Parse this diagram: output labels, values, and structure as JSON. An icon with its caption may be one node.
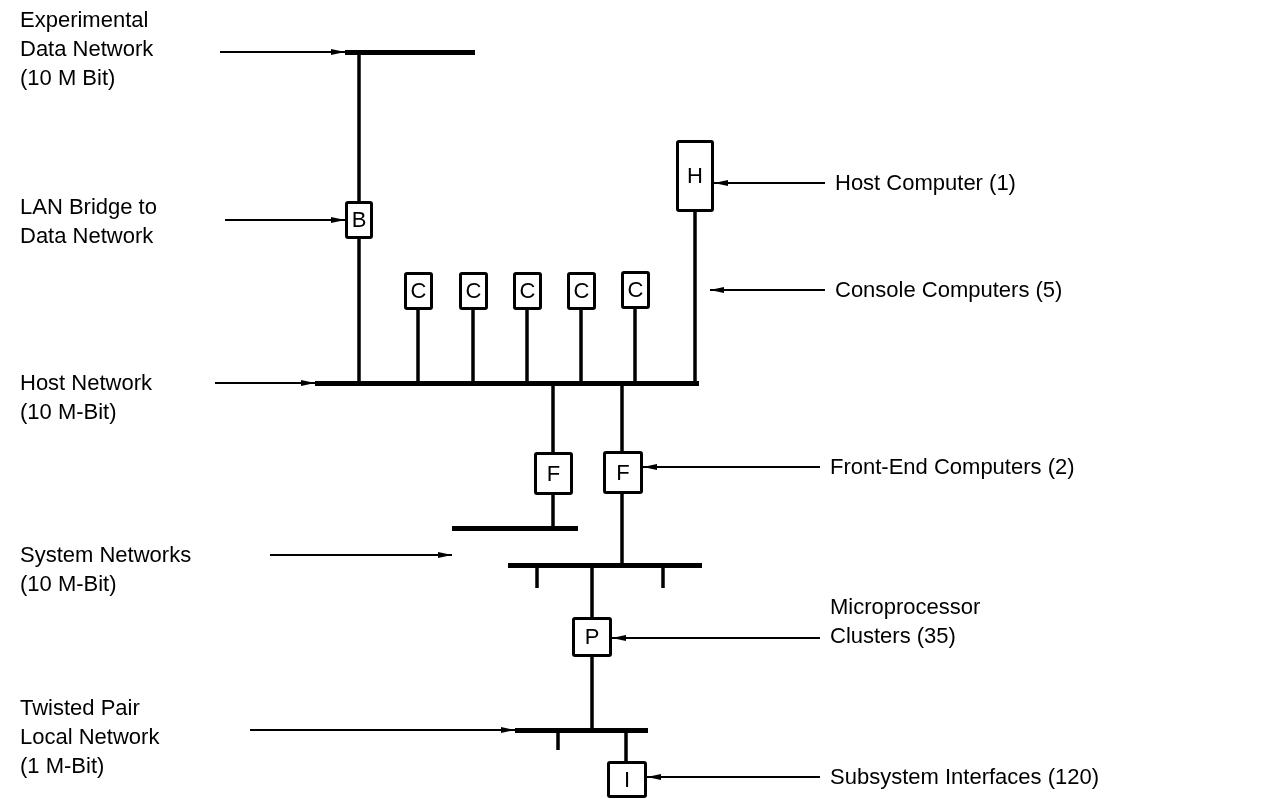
{
  "diagram": {
    "nodes": [
      {
        "text": [
          "Experimental Data Network (10 M Bit)"
        ]
      },
      {
        "text": [],
        "shape": "bar"
      },
      {
        "text": [
          "H"
        ]
      },
      {
        "text": [
          "Host Computer (1)"
        ]
      },
      {
        "text": [
          "LAN Bridge to Data Network"
        ]
      },
      {
        "text": [
          "B"
        ]
      },
      {
        "text": [
          "C"
        ]
      },
      {
        "text": [
          "C"
        ]
      },
      {
        "text": [
          "C"
        ]
      },
      {
        "text": [
          "C"
        ]
      },
      {
        "text": [
          "C"
        ]
      },
      {
        "text": [
          "Console Computers (5)"
        ]
      },
      {
        "text": [
          "Host Network (10 M-Bit)"
        ]
      },
      {
        "text": [],
        "shape": "bar"
      },
      {
        "text": [
          "F"
        ]
      },
      {
        "text": [
          "F"
        ]
      },
      {
        "text": [
          "Front-End Computers (2)"
        ]
      },
      {
        "text": [
          "System Networks (10 M-Bit)"
        ]
      },
      {
        "text": [],
        "shape": "bar"
      },
      {
        "text": [],
        "shape": "bar"
      },
      {
        "text": [
          "P"
        ]
      },
      {
        "text": [
          "Microprocessor Clusters (35)"
        ]
      },
      {
        "text": [
          "Twisted Pair Local Network (1 M-Bit)"
        ]
      },
      {
        "text": [],
        "shape": "bar"
      },
      {
        "text": [
          "I"
        ]
      },
      {
        "text": [
          "Subsystem Interfaces (120)"
        ]
      }
    ],
    "edges": [
      {
        "from": 0,
        "to": 1,
        "arrow": "to"
      },
      {
        "from": 1,
        "to": 5,
        "arrow": "none"
      },
      {
        "from": 5,
        "to": 13,
        "arrow": "none"
      },
      {
        "from": 6,
        "to": 13,
        "arrow": "none"
      },
      {
        "from": 7,
        "to": 13,
        "arrow": "none"
      },
      {
        "from": 8,
        "to": 13,
        "arrow": "none"
      },
      {
        "from": 9,
        "to": 13,
        "arrow": "none"
      },
      {
        "from": 10,
        "to": 13,
        "arrow": "none"
      },
      {
        "from": 2,
        "to": 13,
        "arrow": "none"
      },
      {
        "from": 3,
        "to": 2,
        "arrow": "to"
      },
      {
        "from": 4,
        "to": 5,
        "arrow": "to"
      },
      {
        "from": 11,
        "to": null,
        "arrow": "to"
      },
      {
        "from": 12,
        "to": 13,
        "arrow": "to"
      },
      {
        "from": 13,
        "to": 14,
        "arrow": "none"
      },
      {
        "from": 13,
        "to": 15,
        "arrow": "none"
      },
      {
        "from": 14,
        "to": 18,
        "arrow": "none"
      },
      {
        "from": 15,
        "to": 19,
        "arrow": "none"
      },
      {
        "from": 16,
        "to": 15,
        "arrow": "to"
      },
      {
        "from": 17,
        "to": 18,
        "arrow": "to"
      },
      {
        "from": 19,
        "to": 20,
        "arrow": "none"
      },
      {
        "from": 21,
        "to": 20,
        "arrow": "to"
      },
      {
        "from": 20,
        "to": 23,
        "arrow": "none"
      },
      {
        "from": 22,
        "to": 23,
        "arrow": "to"
      },
      {
        "from": 23,
        "to": 24,
        "arrow": "none"
      },
      {
        "from": 25,
        "to": 24,
        "arrow": "to"
      }
    ]
  }
}
